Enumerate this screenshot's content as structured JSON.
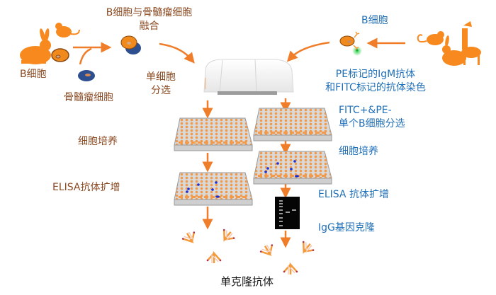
{
  "colors": {
    "left_text": "#8b4a22",
    "right_text": "#1f6fb8",
    "arrow": "#f07d2a",
    "animal": "#f7891f",
    "myeloma": "#2e4f8f",
    "plate_well": "#f29a4a",
    "positive_well": "#1c2fd6"
  },
  "left_branch": {
    "b_cell_label": "B细胞",
    "myeloma_label": "骨髓瘤细胞",
    "fusion_label_line1": "B细胞与骨髓瘤细胞",
    "fusion_label_line2": "融合",
    "sort_label_line1": "单细胞",
    "sort_label_line2": "分选",
    "culture_label": "细胞培养",
    "elisa_label": "ELISA抗体扩增"
  },
  "right_branch": {
    "b_cell_label": "B细胞",
    "stain_label_line1": "PE标记的IgM抗体",
    "stain_label_line2": "和FITC标记的抗体染色",
    "sort_label_line1": "FITC+&PE-",
    "sort_label_line2": "单个B细胞分选",
    "culture_label": "细胞培养",
    "elisa_label": "ELISA 抗体扩增",
    "clone_label": "IgG基因克隆"
  },
  "result_label": "单克隆抗体",
  "icons": {
    "animals_left": [
      "rabbit-icon",
      "mouse-icon"
    ],
    "animals_right": [
      "mouse-icon",
      "llama-icon",
      "rabbit-icon"
    ],
    "instrument": "cell-sorter-icon",
    "plate": "96-well-plate-icon",
    "gel": "gel-electrophoresis-icon",
    "antibody": "antibody-icon"
  }
}
